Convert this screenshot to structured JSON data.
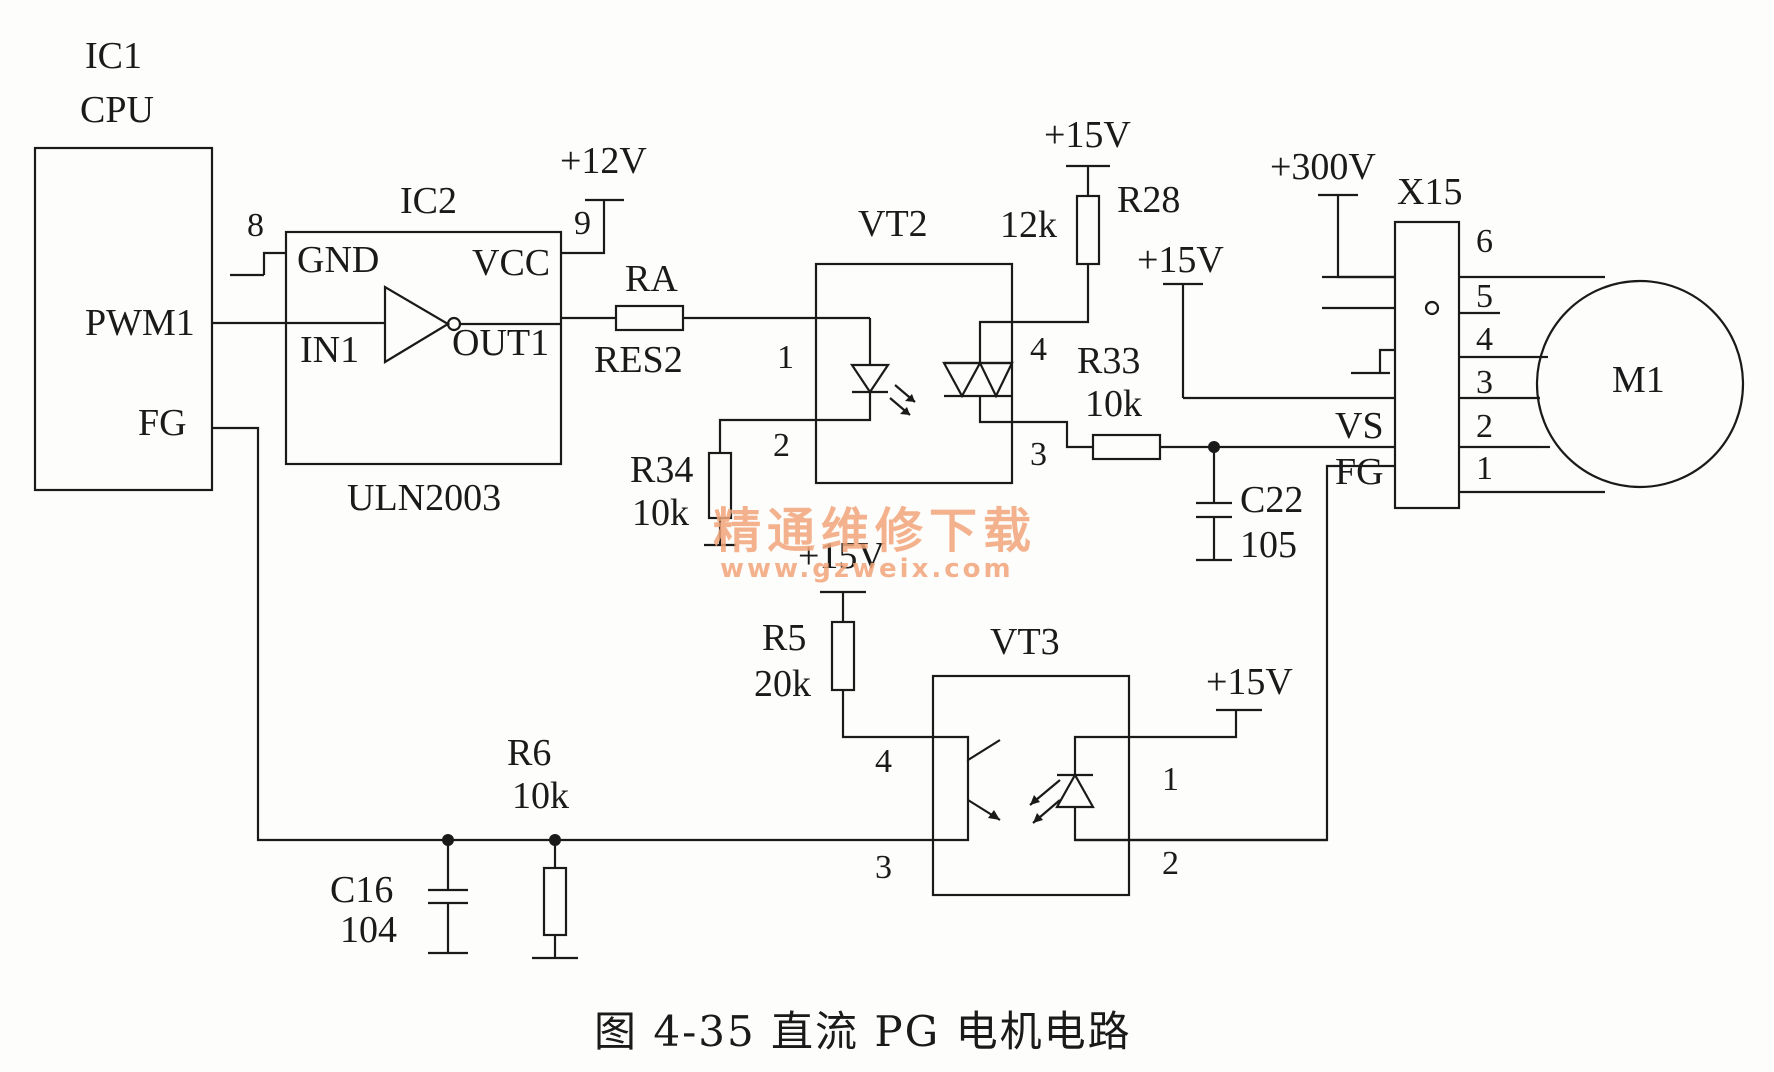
{
  "ic1": {
    "name": "IC1",
    "type": "CPU",
    "pin_pwm": "PWM1",
    "pin_fg": "FG"
  },
  "ic2": {
    "name": "IC2",
    "part": "ULN2003",
    "gnd": "GND",
    "vcc": "VCC",
    "in": "IN1",
    "out": "OUT1",
    "pin8": "8",
    "pin9": "9"
  },
  "power": {
    "v12": "+12V",
    "v15a": "+15V",
    "v15b": "+15V",
    "v15c": "+15V",
    "v15d": "+15V",
    "v300": "+300V"
  },
  "ra": {
    "name": "RA",
    "part": "RES2"
  },
  "vt2": {
    "name": "VT2",
    "p1": "1",
    "p2": "2",
    "p3": "3",
    "p4": "4"
  },
  "vt3": {
    "name": "VT3",
    "p1": "1",
    "p2": "2",
    "p3": "3",
    "p4": "4"
  },
  "r28": {
    "name": "R28",
    "value": "12k"
  },
  "r33": {
    "name": "R33",
    "value": "10k"
  },
  "r34": {
    "name": "R34",
    "value": "10k"
  },
  "r5": {
    "name": "R5",
    "value": "20k"
  },
  "r6": {
    "name": "R6",
    "value": "10k"
  },
  "c16": {
    "name": "C16",
    "value": "104"
  },
  "c22": {
    "name": "C22",
    "value": "105"
  },
  "x15": {
    "name": "X15",
    "vs": "VS",
    "fg": "FG",
    "pins": [
      "6",
      "5",
      "4",
      "3",
      "2",
      "1"
    ]
  },
  "m1": {
    "name": "M1"
  },
  "watermark": {
    "line1": "精通维修下载",
    "line2": "www.gzweix.com"
  },
  "caption": "图 4-35    直流 PG 电机电路",
  "colors": {
    "ink": "#1a1a1a",
    "watermark": "#f2a67a"
  }
}
